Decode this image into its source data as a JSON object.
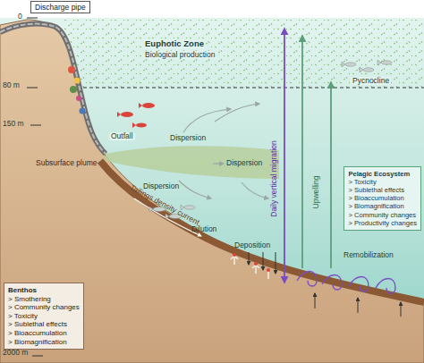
{
  "diagram": {
    "nodes": [
      {
        "text": [
          "Discharge pipe"
        ]
      },
      {
        "text": [
          "Pelagic Ecosystem",
          "> Toxicity",
          "> Sublethal effects",
          "> Bioaccumulation",
          "> Biomagnification",
          "> Community changes",
          "> Productivity changes"
        ]
      },
      {
        "text": [
          "Benthos",
          "> Smothering",
          "> Community changes",
          "> Toxicity",
          "> Sublethal effects",
          "> Bioaccumulation",
          "> Biomagnification"
        ]
      }
    ],
    "edges": [],
    "labels": [
      "0",
      "80 m",
      "150 m",
      "2000 m",
      "Euphotic Zone",
      "Biological production",
      "Pycnocline",
      "Outfall",
      "Subsurface plume",
      "Dispersion",
      "Dispersion",
      "Dispersion",
      "Dilution",
      "Tailings density current",
      "Daily vertical migration",
      "Upwelling",
      "Deposition",
      "Remobilization"
    ]
  }
}
